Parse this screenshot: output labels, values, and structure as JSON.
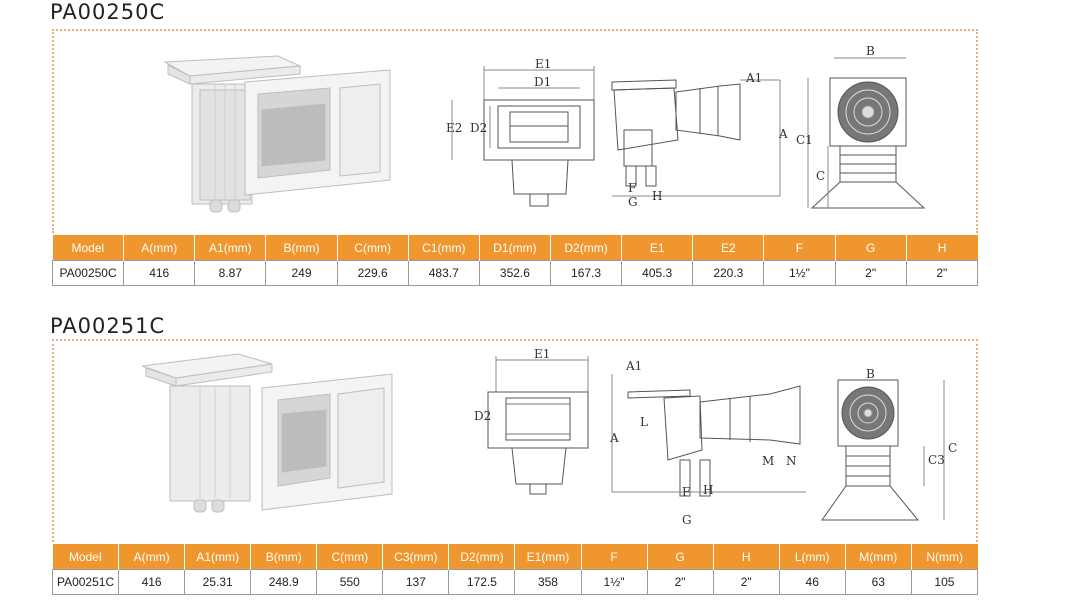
{
  "products": [
    {
      "model": "PA00250C",
      "headers": [
        "Model",
        "A(mm)",
        "A1(mm)",
        "B(mm)",
        "C(mm)",
        "C1(mm)",
        "D1(mm)",
        "D2(mm)",
        "E1",
        "E2",
        "F",
        "G",
        "H"
      ],
      "values": [
        "PA00250C",
        "416",
        "8.87",
        "249",
        "229.6",
        "483.7",
        "352.6",
        "167.3",
        "405.3",
        "220.3",
        "1½\"",
        "2\"",
        "2\""
      ],
      "diagram_labels": {
        "front": [
          "E1",
          "D1",
          "E2",
          "D2"
        ],
        "side": [
          "A1",
          "A",
          "F",
          "G",
          "H"
        ],
        "back": [
          "B",
          "C1",
          "C"
        ]
      }
    },
    {
      "model": "PA00251C",
      "headers": [
        "Model",
        "A(mm)",
        "A1(mm)",
        "B(mm)",
        "C(mm)",
        "C3(mm)",
        "D2(mm)",
        "E1(mm)",
        "F",
        "G",
        "H",
        "L(mm)",
        "M(mm)",
        "N(mm)"
      ],
      "values": [
        "PA00251C",
        "416",
        "25.31",
        "248.9",
        "550",
        "137",
        "172.5",
        "358",
        "1½\"",
        "2\"",
        "2\"",
        "46",
        "63",
        "105"
      ],
      "diagram_labels": {
        "front": [
          "E1",
          "D2"
        ],
        "side": [
          "A1",
          "L",
          "A",
          "M",
          "N",
          "F",
          "H",
          "G"
        ],
        "back": [
          "B",
          "C3",
          "C"
        ]
      }
    }
  ],
  "colors": {
    "header_bg": "#f0962e",
    "frame_dots": "#e3b27a",
    "grid": "#9a9a9a"
  },
  "icons": [
    "skimmer-photo",
    "front-view-drawing",
    "side-view-drawing",
    "top-view-drawing"
  ]
}
